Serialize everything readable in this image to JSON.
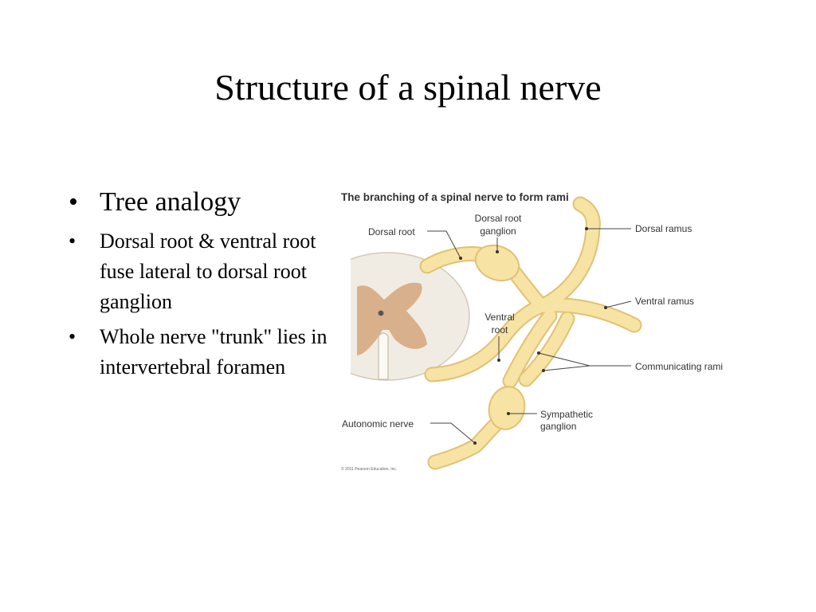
{
  "slide": {
    "title": "Structure of a spinal nerve",
    "bullets": [
      {
        "text": "Tree analogy"
      },
      {
        "text": "Dorsal root & ventral root fuse lateral to dorsal root ganglion"
      },
      {
        "text": "Whole nerve \"trunk\" lies in intervertebral foramen"
      }
    ],
    "bullet_symbol": "•"
  },
  "figure": {
    "title": "The branching of a spinal nerve to form rami",
    "labels": {
      "dorsal_root": "Dorsal root",
      "dorsal_root_ganglion_line1": "Dorsal root",
      "dorsal_root_ganglion_line2": "ganglion",
      "dorsal_ramus": "Dorsal ramus",
      "ventral_ramus": "Ventral ramus",
      "ventral_root_line1": "Ventral",
      "ventral_root_line2": "root",
      "communicating_rami": "Communicating rami",
      "sympathetic_ganglion_line1": "Sympathetic",
      "sympathetic_ganglion_line2": "ganglion",
      "autonomic_nerve": "Autonomic nerve"
    },
    "copyright": "© 2011 Pearson Education, Inc.",
    "colors": {
      "nerve_fill": "#f7e3a3",
      "nerve_edge": "#e2c173",
      "cord_white_matter": "#f1ece3",
      "cord_gray_matter": "#d9b08c",
      "leader_line": "#444444"
    }
  }
}
